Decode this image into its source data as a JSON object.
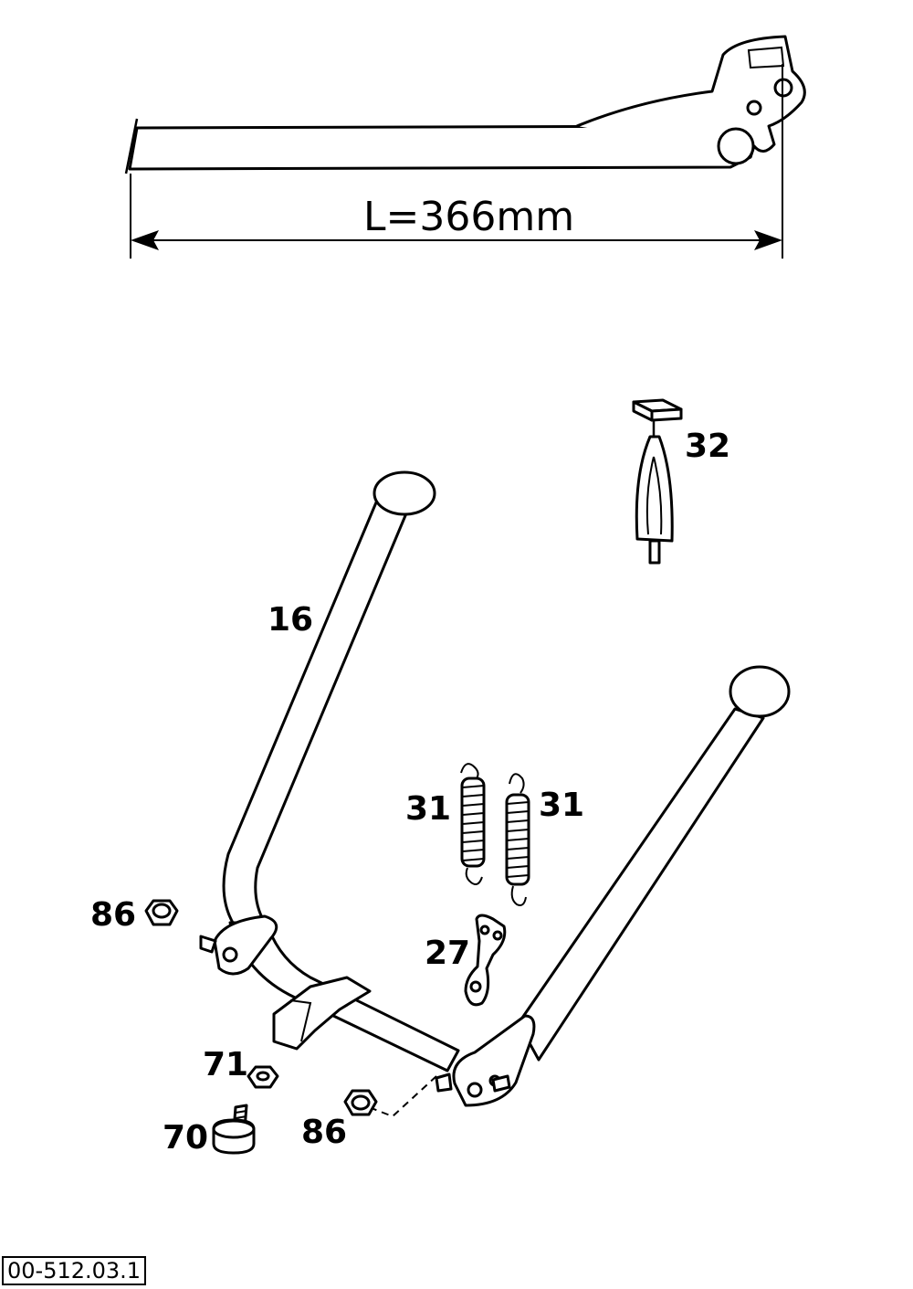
{
  "dimension": {
    "label": "L=366mm"
  },
  "callouts": {
    "p16": "16",
    "p32": "32",
    "p31a": "31",
    "p31b": "31",
    "p27": "27",
    "p86a": "86",
    "p86b": "86",
    "p71": "71",
    "p70": "70"
  },
  "drawing_id": "00-512.03.1"
}
